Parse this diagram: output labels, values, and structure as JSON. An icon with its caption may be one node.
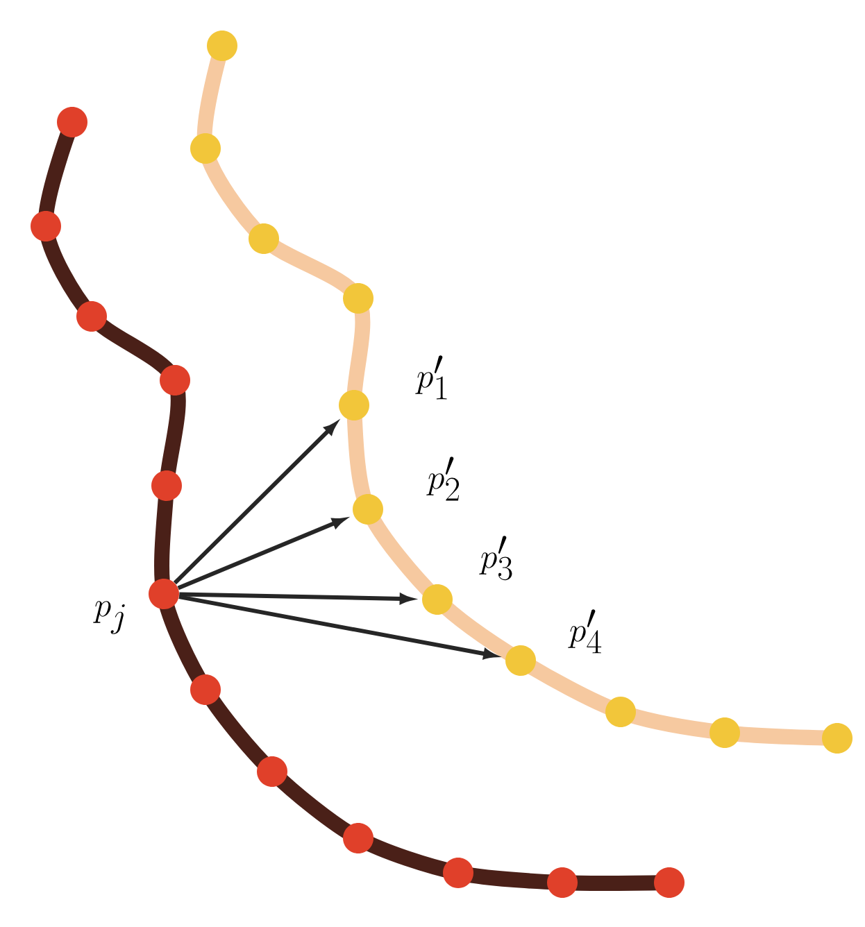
{
  "diagram": {
    "nodes": [
      {
        "text": [],
        "shape": "circle",
        "beside": [
          "p_j"
        ]
      },
      {
        "text": [],
        "shape": "circle",
        "beside": [
          "p'_1"
        ]
      },
      {
        "text": [],
        "shape": "circle",
        "beside": [
          "p'_2"
        ]
      },
      {
        "text": [],
        "shape": "circle",
        "beside": [
          "p'_3"
        ]
      },
      {
        "text": [],
        "shape": "circle",
        "beside": [
          "p'_4"
        ]
      }
    ],
    "edges": [
      {
        "from": 0,
        "to": 1,
        "arrow": "to"
      },
      {
        "from": 0,
        "to": 2,
        "arrow": "to"
      },
      {
        "from": 0,
        "to": 3,
        "arrow": "to"
      },
      {
        "from": 0,
        "to": 4,
        "arrow": "to"
      }
    ]
  }
}
